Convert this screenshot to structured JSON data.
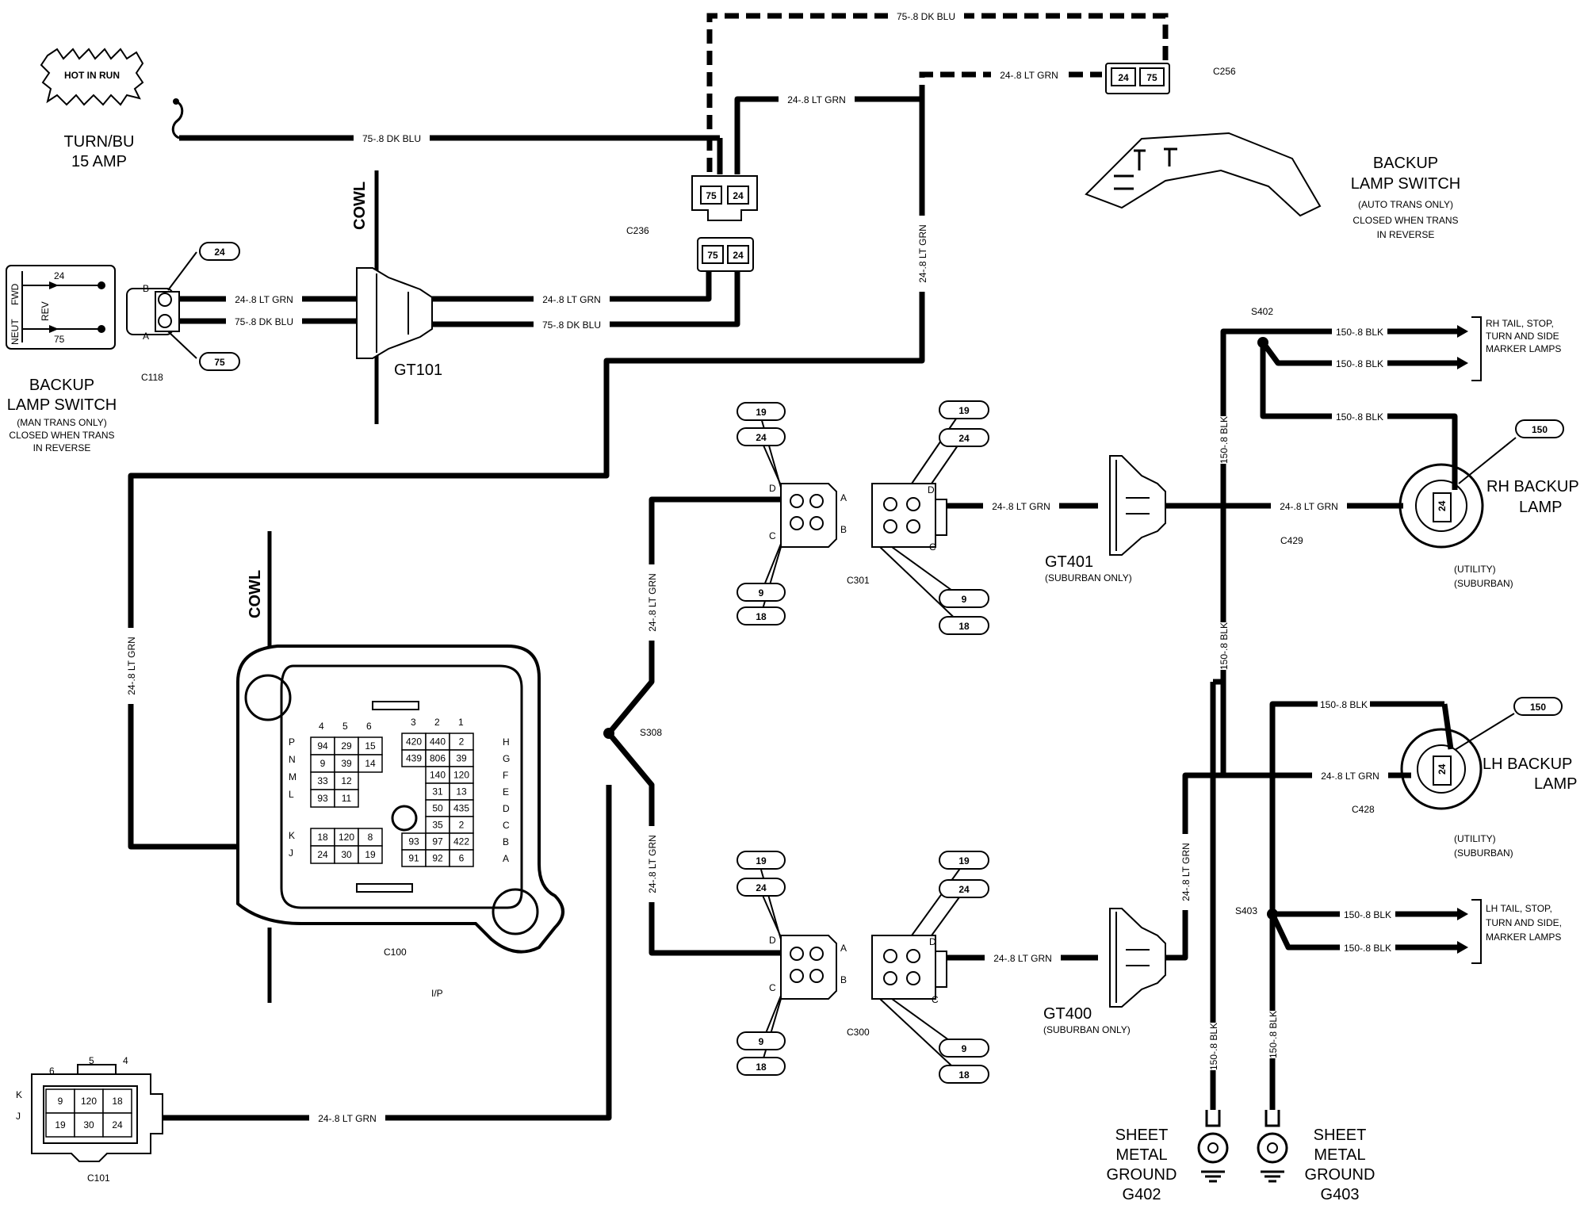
{
  "fuse": {
    "hot_label": "HOT IN RUN",
    "name_line1": "TURN/BU",
    "name_line2": "15 AMP"
  },
  "wires": {
    "dkblu_75": "75-.8 DK BLU",
    "ltgrn_24": "24-.8 LT GRN",
    "blk_150": "150-.8 BLK"
  },
  "cowl": "COWL",
  "connectors": {
    "c118": "C118",
    "c236": "C236",
    "c256": "C256",
    "c100": "C100",
    "c101": "C101",
    "c301": "C301",
    "c300": "C300",
    "c429": "C429",
    "c428": "C428",
    "gt101": "GT101",
    "gt401": "GT401",
    "gt400": "GT400",
    "s402": "S402",
    "s403": "S403",
    "s308": "S308",
    "ip": "I/P"
  },
  "suburban_only": "(SUBURBAN ONLY)",
  "man_switch": {
    "line1": "BACKUP",
    "line2": "LAMP SWITCH",
    "note1": "(MAN TRANS ONLY)",
    "note2": "CLOSED WHEN TRANS",
    "note3": "IN REVERSE",
    "neut": "NEUT",
    "fwd": "FWD",
    "rev": "REV"
  },
  "auto_switch": {
    "line1": "BACKUP",
    "line2": "LAMP SWITCH",
    "note1": "(AUTO TRANS ONLY)",
    "note2": "CLOSED WHEN TRANS",
    "note3": "IN REVERSE"
  },
  "rh_lamp": {
    "line1": "RH BACKUP",
    "line2": "LAMP",
    "note1": "(UTILITY)",
    "note2": "(SUBURBAN)"
  },
  "lh_lamp": {
    "line1": "LH BACKUP",
    "line2": "LAMP",
    "note1": "(UTILITY)",
    "note2": "(SUBURBAN)"
  },
  "rh_tail": {
    "line1": "RH TAIL, STOP,",
    "line2": "TURN AND SIDE",
    "line3": "MARKER LAMPS"
  },
  "lh_tail": {
    "line1": "LH TAIL, STOP,",
    "line2": "TURN AND SIDE,",
    "line3": "MARKER LAMPS"
  },
  "ground_g402": {
    "line1": "SHEET",
    "line2": "METAL",
    "line3": "GROUND",
    "line4": "G402"
  },
  "ground_g403": {
    "line1": "SHEET",
    "line2": "METAL",
    "line3": "GROUND",
    "line4": "G403"
  },
  "pins": {
    "n24": "24",
    "n75": "75",
    "n19": "19",
    "n18": "18",
    "n9": "9",
    "n150": "150",
    "a": "A",
    "b": "B",
    "c": "C",
    "d": "D"
  },
  "c100_grid": {
    "cols_top_left": [
      "4",
      "5",
      "6"
    ],
    "cols_top_right": [
      "3",
      "2",
      "1"
    ],
    "rows_left": [
      "P",
      "N",
      "M",
      "L",
      "K",
      "J"
    ],
    "rows_right": [
      "H",
      "G",
      "F",
      "E",
      "D",
      "C",
      "B",
      "A"
    ],
    "left_cells": [
      [
        "94",
        "29",
        "15"
      ],
      [
        "9",
        "39",
        "14"
      ],
      [
        "33",
        "12",
        ""
      ],
      [
        "93",
        "11",
        ""
      ]
    ],
    "left_bottom_cells": [
      [
        "18",
        "120",
        "8"
      ],
      [
        "24",
        "30",
        "19"
      ]
    ],
    "right_cells": [
      [
        "420",
        "440",
        "2"
      ],
      [
        "439",
        "806",
        "39"
      ],
      [
        "",
        "140",
        "120"
      ],
      [
        "",
        "31",
        "13"
      ],
      [
        "",
        "50",
        "435"
      ],
      [
        "",
        "35",
        "2"
      ],
      [
        "93",
        "97",
        "422"
      ],
      [
        "91",
        "92",
        "6"
      ]
    ]
  },
  "c101_grid": {
    "cols": [
      "6",
      "5",
      "4"
    ],
    "rows": [
      "K",
      "J"
    ],
    "cells": [
      [
        "9",
        "120",
        "18"
      ],
      [
        "19",
        "30",
        "24"
      ]
    ]
  }
}
